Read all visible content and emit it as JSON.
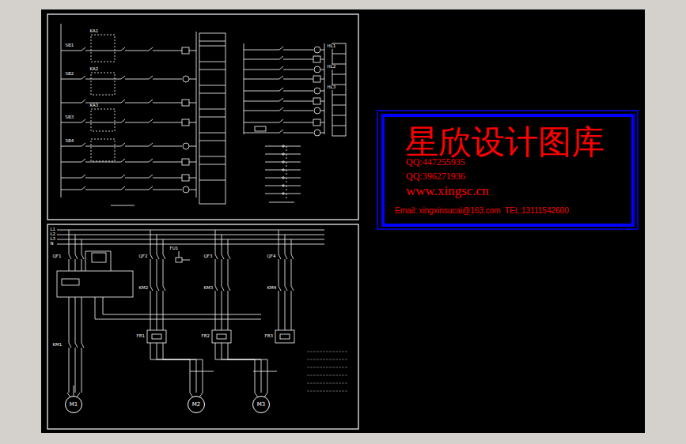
{
  "diagram": {
    "nodes": [
      {
        "text": [
          "星欣设计图库",
          "QQ:447255935",
          "QQ:396271936",
          "www.xingsc.cn",
          "Email: xingxinsucai@163.com  TEL:13111542600"
        ]
      },
      {
        "text": [
          "M1"
        ]
      },
      {
        "text": [
          "M2"
        ]
      },
      {
        "text": [
          "M3"
        ]
      }
    ],
    "labels": [
      "L1",
      "L2",
      "L3",
      "N",
      "QF1",
      "QF2",
      "QF3",
      "QF4",
      "FU1",
      "KM1",
      "KM2",
      "KM3",
      "KM4",
      "FR1",
      "FR2",
      "FR3",
      "SB1",
      "SB2",
      "SB3",
      "SB4",
      "KA1",
      "KA2",
      "KA3",
      "HL1",
      "HL2",
      "HL3"
    ]
  }
}
